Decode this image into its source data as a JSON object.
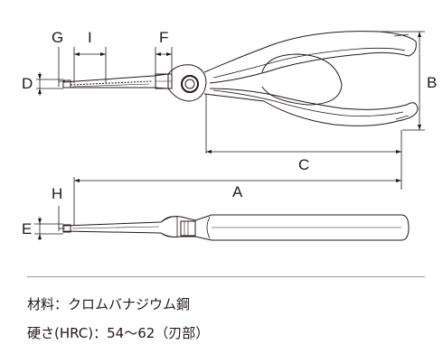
{
  "dimensions": {
    "A": "A",
    "B": "B",
    "C": "C",
    "D": "D",
    "E": "E",
    "F": "F",
    "G": "G",
    "H": "H",
    "I": "I"
  },
  "specs": {
    "material": "材料：クロムバナジウム鋼",
    "hardness": "硬さ(HRC)：54～62（刃部）"
  }
}
